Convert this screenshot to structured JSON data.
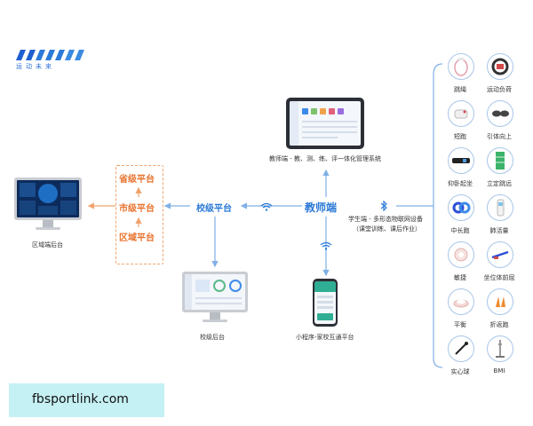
{
  "logo": {
    "text": "运动未来"
  },
  "region_backend": {
    "label": "区域端后台"
  },
  "platforms": {
    "province": "省级平台",
    "city": "市级平台",
    "district": "区域平台"
  },
  "school_platform": {
    "label": "校级平台"
  },
  "school_backend": {
    "label": "校级后台"
  },
  "teacher": {
    "label": "教师端",
    "system_label": "教师端 - 教、测、练、评一体化管理系统"
  },
  "student": {
    "line1": "学生端 - 多形态物联网设备",
    "line2": "（课堂训练、课后作业）"
  },
  "miniprogram": {
    "label": "小程序-家校互通平台"
  },
  "devices": [
    {
      "label": "跳绳",
      "icon": "jump-rope-icon"
    },
    {
      "label": "运动负荷",
      "icon": "heart-rate-band-icon"
    },
    {
      "label": "短跑",
      "icon": "sprint-sensor-icon"
    },
    {
      "label": "引体向上",
      "icon": "pull-up-sensor-icon"
    },
    {
      "label": "仰卧起坐",
      "icon": "sit-up-device-icon"
    },
    {
      "label": "立定跳远",
      "icon": "long-jump-mat-icon"
    },
    {
      "label": "中长跑",
      "icon": "running-band-icon"
    },
    {
      "label": "肺活量",
      "icon": "spirometer-icon"
    },
    {
      "label": "敏捷",
      "icon": "agility-pad-icon"
    },
    {
      "label": "坐位体前屈",
      "icon": "sit-and-reach-icon"
    },
    {
      "label": "平衡",
      "icon": "balance-pad-icon"
    },
    {
      "label": "折返跑",
      "icon": "shuttle-run-cone-icon"
    },
    {
      "label": "实心球",
      "icon": "medicine-ball-icon"
    },
    {
      "label": "BMI",
      "icon": "bmi-scale-icon"
    }
  ],
  "watermark": {
    "text": "fbsportlink.com"
  },
  "colors": {
    "orange": "#e8722e",
    "blue": "#2b79d8",
    "line": "#7fb0e6",
    "circle": "#a8c6e8"
  }
}
